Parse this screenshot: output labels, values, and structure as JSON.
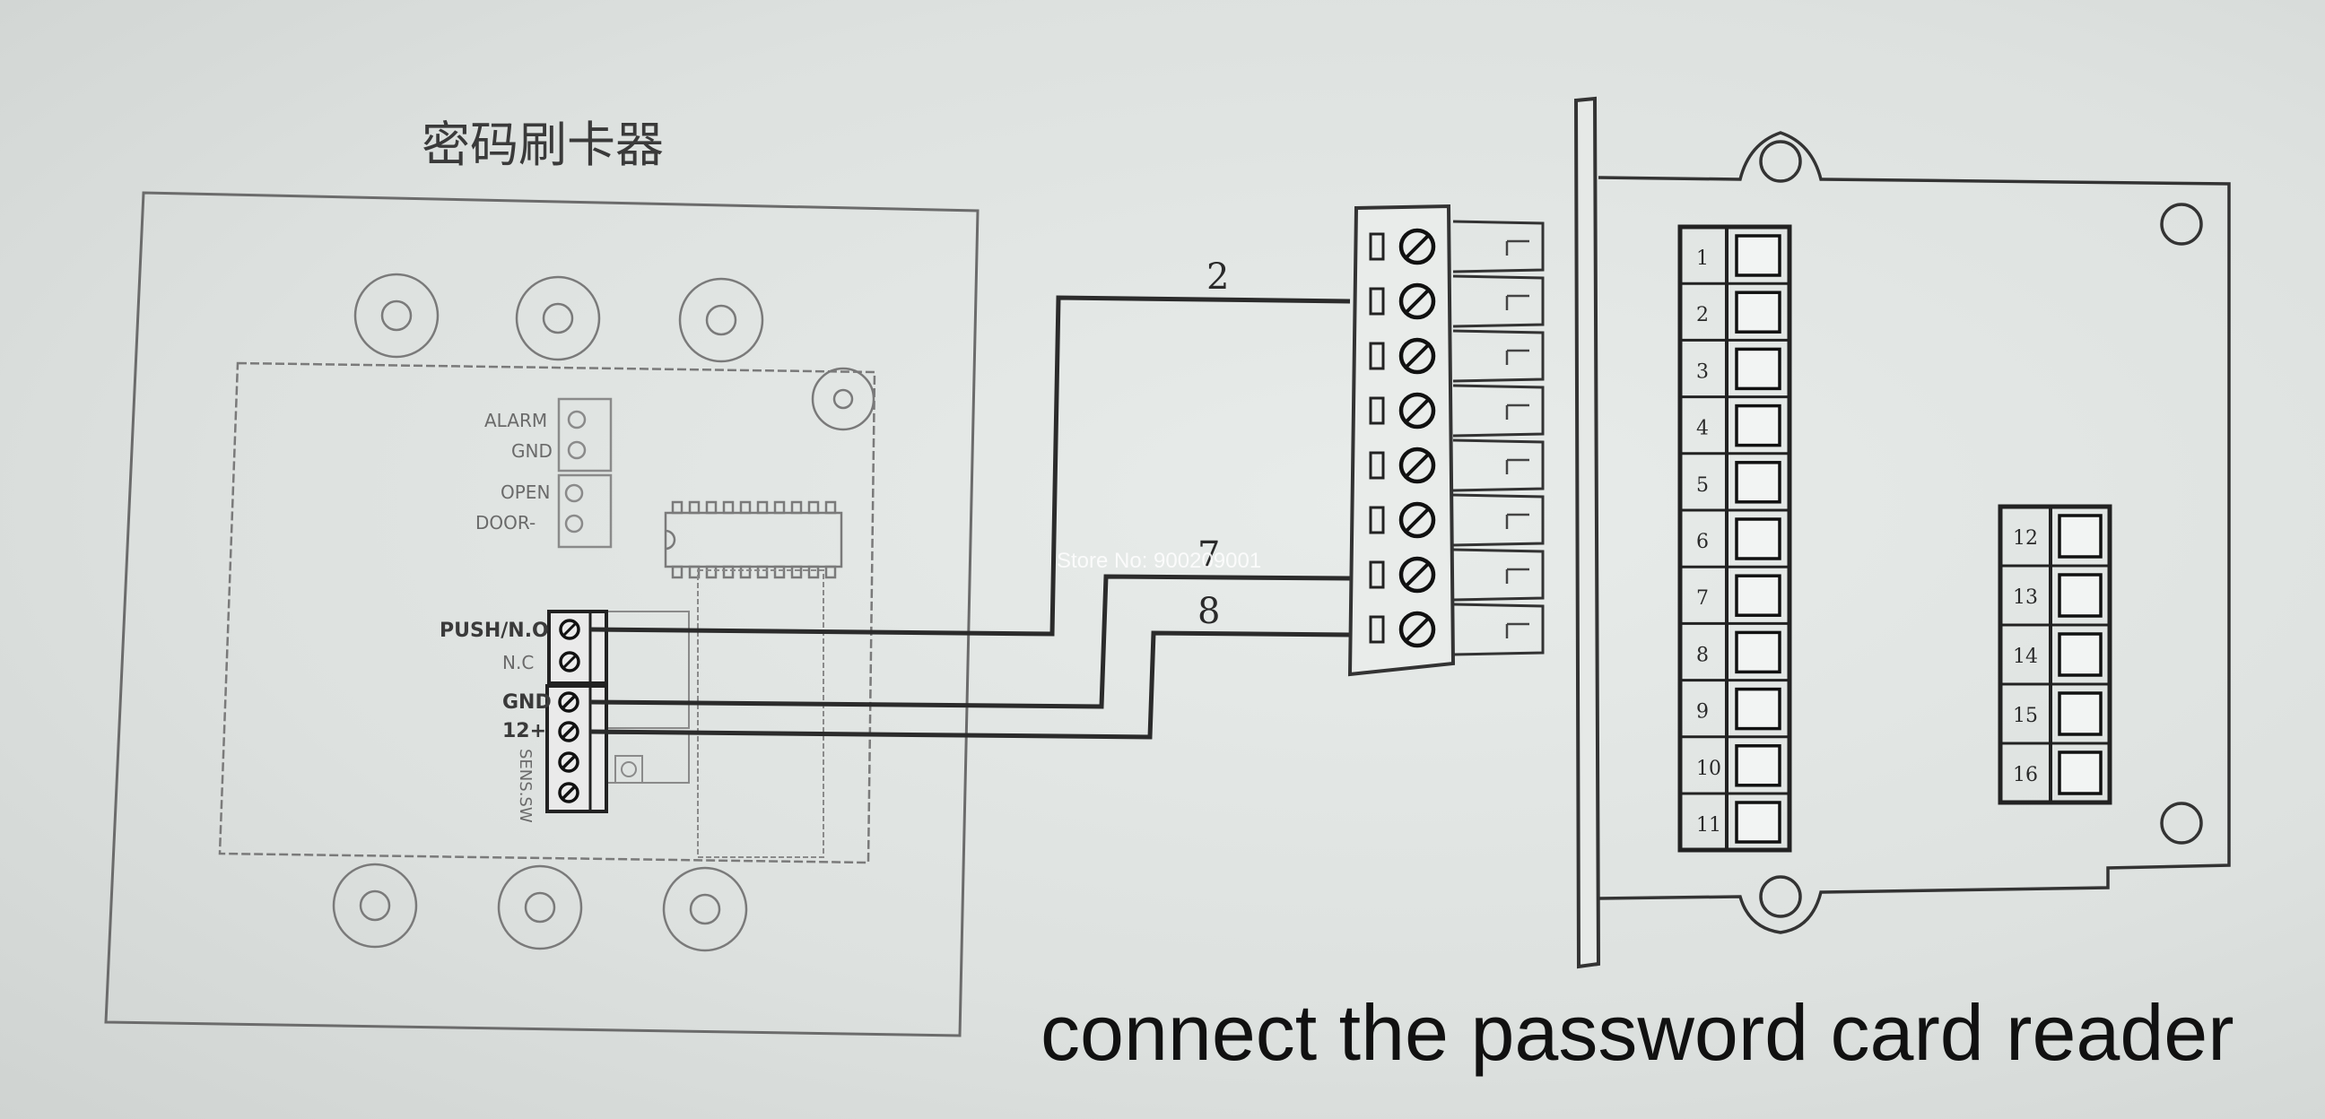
{
  "reader": {
    "title": "密码刷卡器",
    "labels": {
      "alarm": "ALARM",
      "gnd_top": "GND",
      "open": "OPEN",
      "door": "DOOR-",
      "push": "PUSH/N.O",
      "nc": "N.C",
      "gnd": "GND",
      "v12": "12+",
      "sens": "SENS.SW"
    }
  },
  "wires": [
    {
      "label": "2"
    },
    {
      "label": "7"
    },
    {
      "label": "8"
    }
  ],
  "controller": {
    "terminals_left": [
      "1",
      "2",
      "3",
      "4",
      "5",
      "6",
      "7",
      "8",
      "9",
      "10",
      "11"
    ],
    "terminals_right": [
      "12",
      "13",
      "14",
      "15",
      "16"
    ]
  },
  "watermark": "Store No: 900209001",
  "caption": "connect the password card reader"
}
